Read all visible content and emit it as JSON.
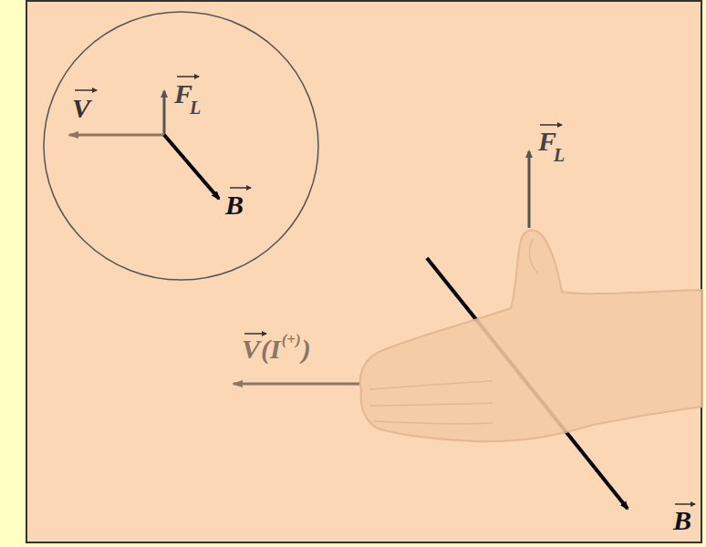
{
  "diagram": {
    "nodes": [
      {
        "text": [
          "V",
          "F",
          "L",
          "B"
        ]
      }
    ],
    "labels": [
      "F",
      "L",
      "V",
      "(I",
      "(+)",
      ")",
      "B"
    ]
  }
}
